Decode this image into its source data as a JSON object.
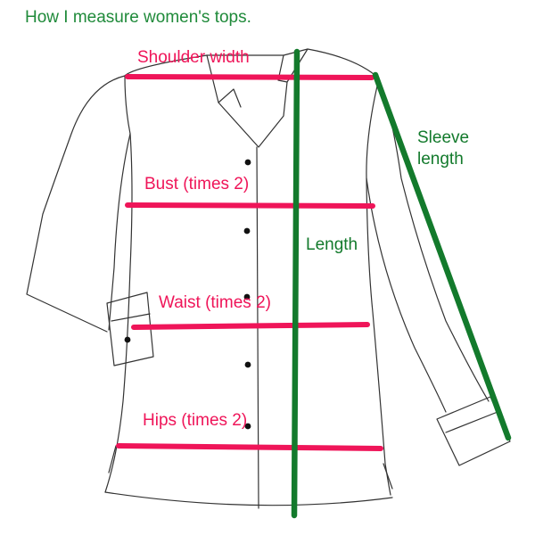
{
  "title": "How I measure women's tops.",
  "colors": {
    "title": "#1f8a3a",
    "pink": "#ef1559",
    "green": "#137a2c",
    "outline": "#333333"
  },
  "labels": {
    "shoulder_width": "Shoulder width",
    "bust": "Bust (times 2)",
    "waist": "Waist (times 2)",
    "hips": "Hips (times 2)",
    "length": "Length",
    "sleeve_line1": "Sleeve",
    "sleeve_line2": "length"
  }
}
